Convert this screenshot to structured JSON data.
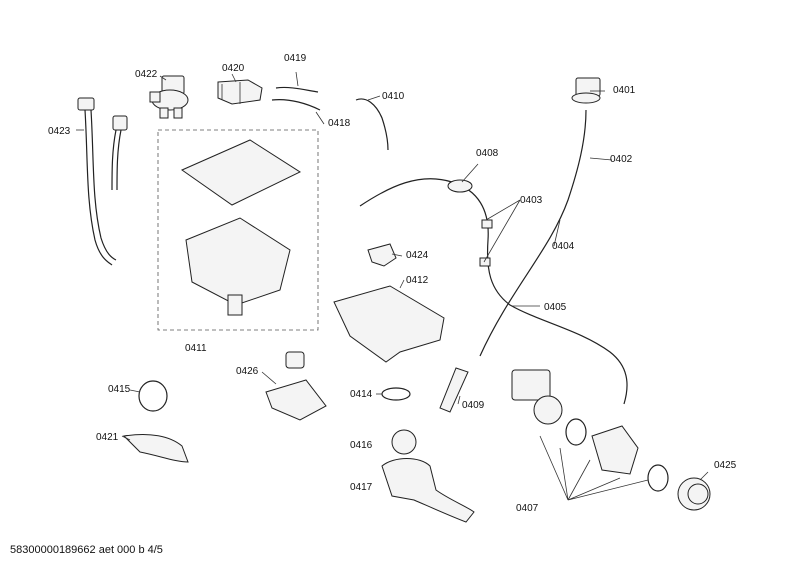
{
  "labels": {
    "p0401": "0401",
    "p0402": "0402",
    "p0403": "0403",
    "p0404": "0404",
    "p0405": "0405",
    "p0407": "0407",
    "p0408": "0408",
    "p0409": "0409",
    "p0410": "0410",
    "p0411": "0411",
    "p0412": "0412",
    "p0414": "0414",
    "p0415": "0415",
    "p0416": "0416",
    "p0417": "0417",
    "p0418": "0418",
    "p0419": "0419",
    "p0420": "0420",
    "p0421": "0421",
    "p0422": "0422",
    "p0423": "0423",
    "p0424": "0424",
    "p0425": "0425",
    "p0426": "0426"
  },
  "footer": "58300000189662 aet 000 b 4/5"
}
